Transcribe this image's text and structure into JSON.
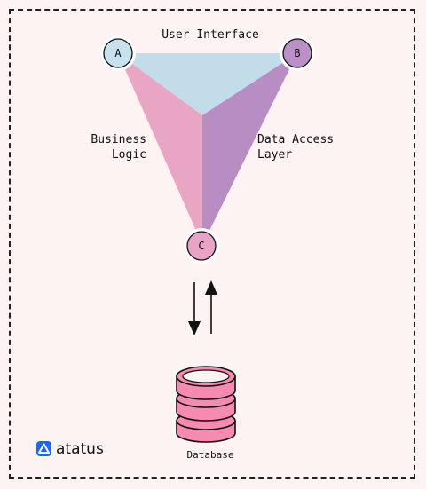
{
  "diagram": {
    "top_label": "User Interface",
    "left_label_line1": "Business",
    "left_label_line2": "Logic",
    "right_label_line1": "Data Access",
    "right_label_line2": "Layer",
    "node_a": "A",
    "node_b": "B",
    "node_c": "C",
    "database_label": "Database"
  },
  "brand": {
    "name": "atatus",
    "icon": "atatus-logo-icon"
  },
  "colors": {
    "background": "#fdf3f3",
    "ui_face": "#c2dde9",
    "logic_face": "#e9a6c4",
    "data_face": "#b88dc4",
    "node_a_fill": "#c7e2ee",
    "node_b_fill": "#bb8fc8",
    "node_c_fill": "#e9a4c5",
    "database_fill": "#f78ab0",
    "logo_blue": "#1a66ff"
  }
}
